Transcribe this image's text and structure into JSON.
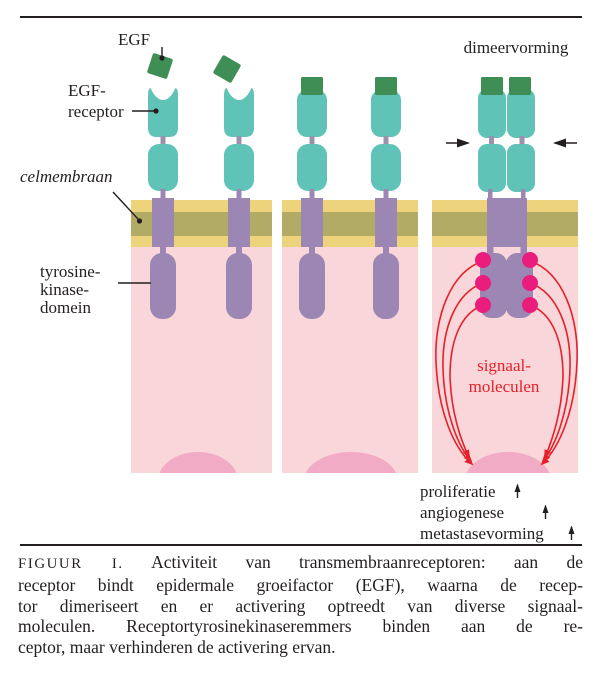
{
  "figure": {
    "labels": {
      "egf": "EGF",
      "egf_receptor": [
        "EGF-",
        "receptor"
      ],
      "celmembraan": "celmembraan",
      "tyrosine_kinase_domein": [
        "tyrosine-",
        "kinase-",
        "domein"
      ],
      "dimeervorming": "dimeervorming",
      "signaal_moleculen": [
        "signaal-",
        "moleculen"
      ],
      "outcomes": [
        "proliferatie",
        "angiogenese",
        "metastasevorming"
      ]
    },
    "colors": {
      "receptor_teal": "#5fc3b7",
      "egf_green": "#3e8e56",
      "domain_purple": "#9c87b4",
      "stem_gray": "#9a92ac",
      "membrane_yellow": "#eed37d",
      "membrane_olive": "#b2ab66",
      "cytoplasm_pink": "#f8d6d9",
      "nucleus_pink": "#f2abc4",
      "signal_magenta": "#ea1d7c",
      "arrow_red": "#e5212b",
      "ink_black": "#231f20"
    }
  },
  "caption": {
    "label": "FIGUUR I.",
    "lines": [
      "Activiteit van transmembraanreceptoren: aan de",
      "receptor bindt epidermale groeifactor (EGF), waarna de recep-",
      "tor dimeriseert en er activering optreedt van diverse signaal-",
      "moleculen. Receptortyrosinekinaseremmers binden aan de re-",
      "ceptor, maar verhinderen de activering ervan."
    ]
  }
}
